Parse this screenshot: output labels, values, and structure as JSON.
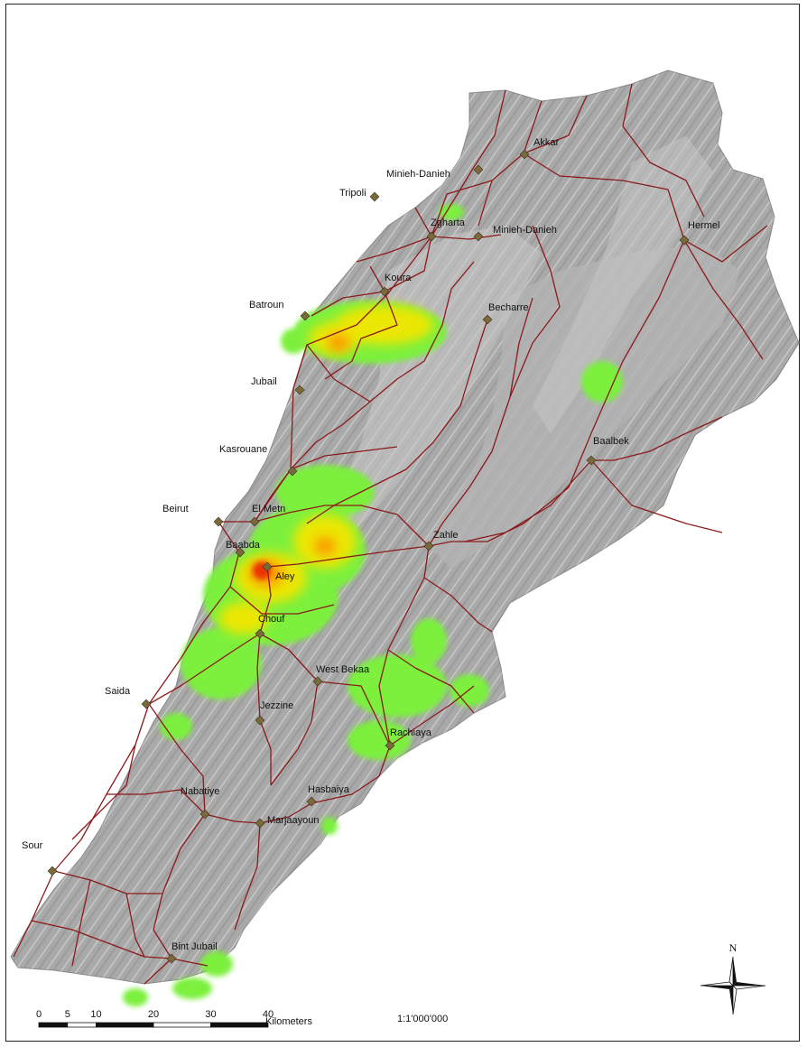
{
  "map": {
    "colors": {
      "relief": "#a9a9a9",
      "roads": "#8b1a1a",
      "marker": "#7a6a3a",
      "density_low": "#7cf03c",
      "density_mid": "#f2e600",
      "density_high": "#e82000"
    },
    "places": [
      {
        "name": "Akkar"
      },
      {
        "name": "Minieh-Danieh"
      },
      {
        "name": "Tripoli"
      },
      {
        "name": "Zgharta"
      },
      {
        "name": "Minieh-Danieh"
      },
      {
        "name": "Hermel"
      },
      {
        "name": "Koura"
      },
      {
        "name": "Batroun"
      },
      {
        "name": "Becharre"
      },
      {
        "name": "Jubail"
      },
      {
        "name": "Baalbek"
      },
      {
        "name": "Kasrouane"
      },
      {
        "name": "Beirut"
      },
      {
        "name": "El Metn"
      },
      {
        "name": "Zahle"
      },
      {
        "name": "Baabda"
      },
      {
        "name": "Aley"
      },
      {
        "name": "Chouf"
      },
      {
        "name": "West Bekaa"
      },
      {
        "name": "Saida"
      },
      {
        "name": "Jezzine"
      },
      {
        "name": "Rachiaya"
      },
      {
        "name": "Hasbaiya"
      },
      {
        "name": "Nabatiye"
      },
      {
        "name": "Marjaayoun"
      },
      {
        "name": "Sour"
      },
      {
        "name": "Bint Jubail"
      }
    ]
  },
  "scale_bar": {
    "ticks": [
      "0",
      "5",
      "10",
      "20",
      "30",
      "40"
    ],
    "unit": "Kilometers",
    "ratio": "1:1'000'000"
  },
  "north_arrow": {
    "label": "N",
    "icon": "north-arrow-icon"
  }
}
